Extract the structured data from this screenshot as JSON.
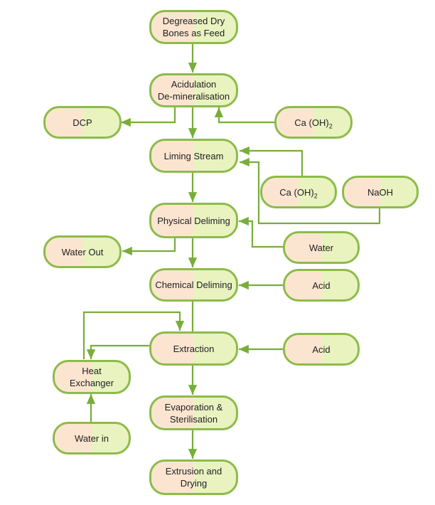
{
  "colors": {
    "border": "#8dbb4a",
    "arrow": "#78ad3b",
    "fill_left": "#fbe5d0",
    "fill_right": "#e8f3c0"
  },
  "nodes": {
    "feed": {
      "line1": "Degreased Dry",
      "line2": "Bones as Feed"
    },
    "acidulation": {
      "line1": "Acidulation",
      "line2": "De-mineralisation"
    },
    "dcp": {
      "text": "DCP"
    },
    "caoh2_top": {
      "prefix": "Ca (OH)",
      "sub": "2"
    },
    "liming": {
      "text": "Liming Stream"
    },
    "caoh2_mid": {
      "prefix": "Ca (OH)",
      "sub": "2"
    },
    "naoh": {
      "text": "NaOH"
    },
    "physical": {
      "text": "Physical Deliming"
    },
    "water_out": {
      "text": "Water Out"
    },
    "water": {
      "text": "Water"
    },
    "chemical": {
      "text": "Chemical Deliming"
    },
    "acid_1": {
      "text": "Acid"
    },
    "extraction": {
      "text": "Extraction"
    },
    "acid_2": {
      "text": "Acid"
    },
    "heat_exchanger": {
      "line1": "Heat",
      "line2": "Exchanger"
    },
    "water_in": {
      "text": "Water in"
    },
    "evaporation": {
      "line1": "Evaporation &",
      "line2": "Sterilisation"
    },
    "extrusion": {
      "line1": "Extrusion and",
      "line2": "Drying"
    }
  }
}
